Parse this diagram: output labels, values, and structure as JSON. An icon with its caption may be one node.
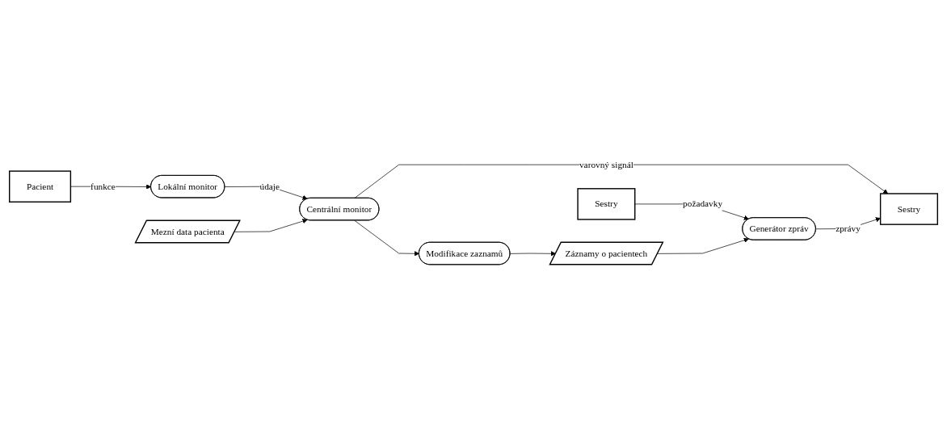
{
  "diagram": {
    "nodes": [
      {
        "text": [
          "Pacient"
        ]
      },
      {
        "text": [
          "Lokální monitor"
        ]
      },
      {
        "text": [
          "Mezní data pacienta"
        ]
      },
      {
        "text": [
          "Sestry"
        ]
      },
      {
        "text": [
          "Centrální monitor"
        ]
      },
      {
        "text": [
          "Modifikace zaznamů"
        ]
      },
      {
        "text": [
          "Sestry"
        ]
      },
      {
        "text": [
          "Generátor zpráv"
        ]
      },
      {
        "text": [
          "Záznamy o pacientech"
        ]
      }
    ],
    "edges": [
      {
        "from": 0,
        "to": 1,
        "arrow": "to",
        "label": "funkce"
      },
      {
        "from": 1,
        "to": 4,
        "arrow": "to",
        "label": "údaje"
      },
      {
        "from": 2,
        "to": 4,
        "arrow": "to"
      },
      {
        "from": 4,
        "to": 3,
        "arrow": "to",
        "label": "varovný signál"
      },
      {
        "from": 4,
        "to": 5,
        "arrow": "to"
      },
      {
        "from": 7,
        "to": 3,
        "arrow": "to",
        "label": "zprávy"
      },
      {
        "from": 6,
        "to": 7,
        "arrow": "to",
        "label": "požadavky"
      },
      {
        "from": 5,
        "to": 8,
        "arrow": "to"
      },
      {
        "from": 8,
        "to": 7,
        "arrow": "to"
      }
    ]
  }
}
